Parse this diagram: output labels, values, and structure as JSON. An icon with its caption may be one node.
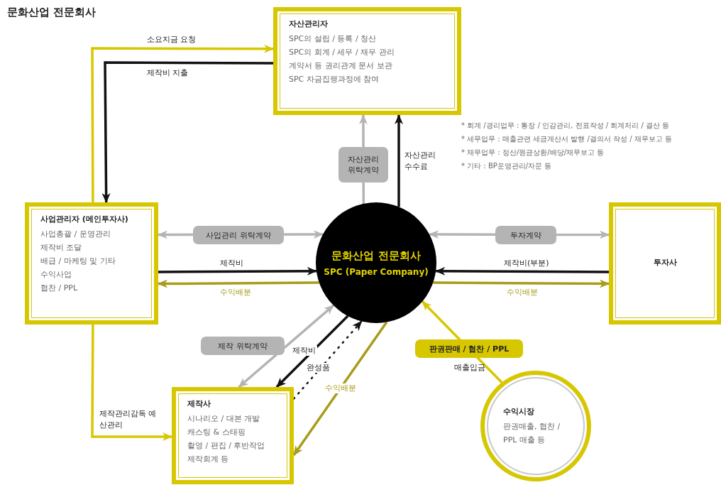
{
  "diagram": {
    "title": "문화산업 전문회사",
    "nodes": [
      {
        "text": [
          "자산관리자",
          "SPC의 설립 / 등록 / 청산",
          "SPC의 회계 / 세무 / 재무 관리",
          "계약서 등 권리관계 문서 보관",
          "SPC 자금집행과정에 참여"
        ]
      },
      {
        "text": [
          "사업관리자 (메인투자사)",
          "사업총괄 / 운영관리",
          "제작비 조달",
          "배급 / 마케팅 및 기타",
          "수익사업",
          "협찬 / PPL"
        ]
      },
      {
        "text": [
          "문화산업 전문회사",
          "SPC (Paper Company)"
        ]
      },
      {
        "text": [
          "투자사"
        ]
      },
      {
        "text": [
          "제작사",
          "시나리오 / 대본 개발",
          "캐스팅 & 스태핑",
          "촬영 / 편집 / 후반작업",
          "제작회계 등"
        ]
      },
      {
        "text": [
          "수익시장",
          "판권매출, 협찬 / PPL 매출 등"
        ]
      }
    ],
    "edges": [
      {
        "from": 1,
        "to": 0,
        "arrow": "to",
        "label": "소요지금 요청",
        "color": "#d7c700"
      },
      {
        "from": 0,
        "to": 1,
        "arrow": "to",
        "label": "제작비 지출"
      },
      {
        "from": 2,
        "to": 0,
        "arrow": "to",
        "label": "자산관리 위탁계약",
        "color": "#b4b4b4"
      },
      {
        "from": 2,
        "to": 0,
        "arrow": "to",
        "label": "자산관리 수수료"
      },
      {
        "from": 1,
        "to": 2,
        "arrow": "both",
        "label": "사업관리 위탁계약",
        "color": "#b4b4b4"
      },
      {
        "from": 1,
        "to": 2,
        "arrow": "to",
        "label": "제작비"
      },
      {
        "from": 2,
        "to": 1,
        "arrow": "to",
        "label": "수익배분",
        "color": "#a89c1a"
      },
      {
        "from": 2,
        "to": 3,
        "arrow": "both",
        "label": "투자계약",
        "color": "#b4b4b4"
      },
      {
        "from": 3,
        "to": 2,
        "arrow": "to",
        "label": "제작비(부분)"
      },
      {
        "from": 2,
        "to": 3,
        "arrow": "to",
        "label": "수익배분",
        "color": "#a89c1a"
      },
      {
        "from": 1,
        "to": 4,
        "arrow": "to",
        "label": "제작관리감독 예산관리",
        "color": "#d7c700"
      },
      {
        "from": 2,
        "to": 4,
        "arrow": "both",
        "label": "제작 위탁계약",
        "color": "#b4b4b4"
      },
      {
        "from": 2,
        "to": 4,
        "arrow": "to",
        "label": "제작비"
      },
      {
        "from": 4,
        "to": 2,
        "arrow": "to",
        "label": "완성품",
        "style": "dashed"
      },
      {
        "from": 2,
        "to": 4,
        "arrow": "to",
        "label": "수익배분",
        "color": "#a89c1a"
      },
      {
        "from": 5,
        "to": 2,
        "arrow": "to",
        "label": "판권판매 / 협찬 / PPL",
        "color": "#d7c700"
      }
    ],
    "labels": [
      "* 회계 /경리업무 : 통장 / 인감관리, 전표작성 / 회계처리 / 결산 등",
      "* 세무업무 : 매출관련 세금계산서 발행 /결의서 작성 / 재무보고 등",
      "* 재무업무 : 정산/원금상환/배당/재무보고 등",
      "* 기타 : BP운영관리/자문 등",
      "매출입금"
    ]
  }
}
